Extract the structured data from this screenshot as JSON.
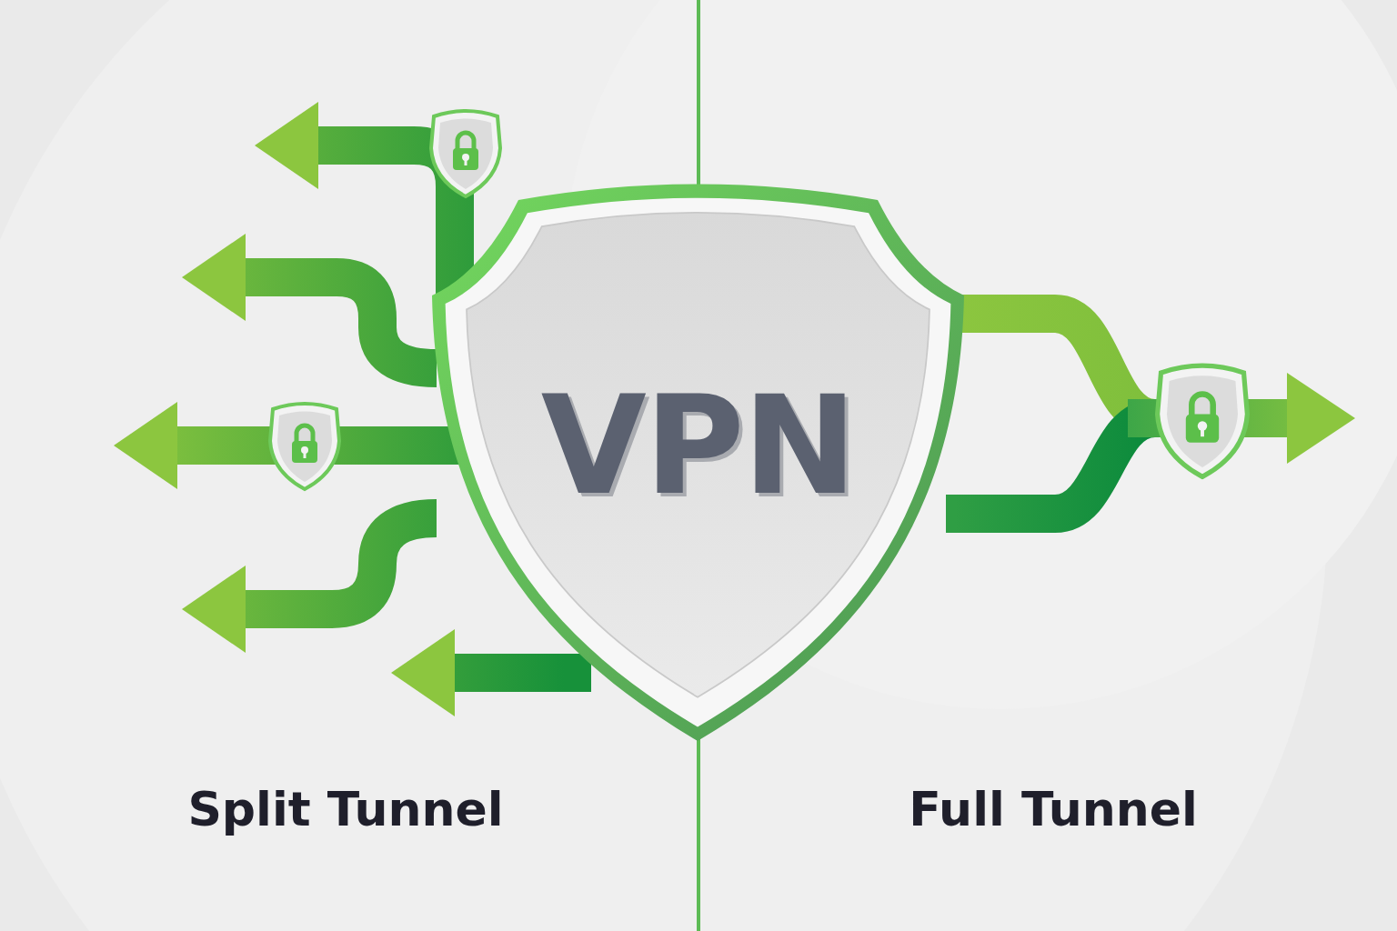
{
  "diagram": {
    "nodes": [
      {
        "text": [
          "VPN"
        ]
      }
    ],
    "labels": [
      "Split Tunnel",
      "Full Tunnel"
    ]
  }
}
